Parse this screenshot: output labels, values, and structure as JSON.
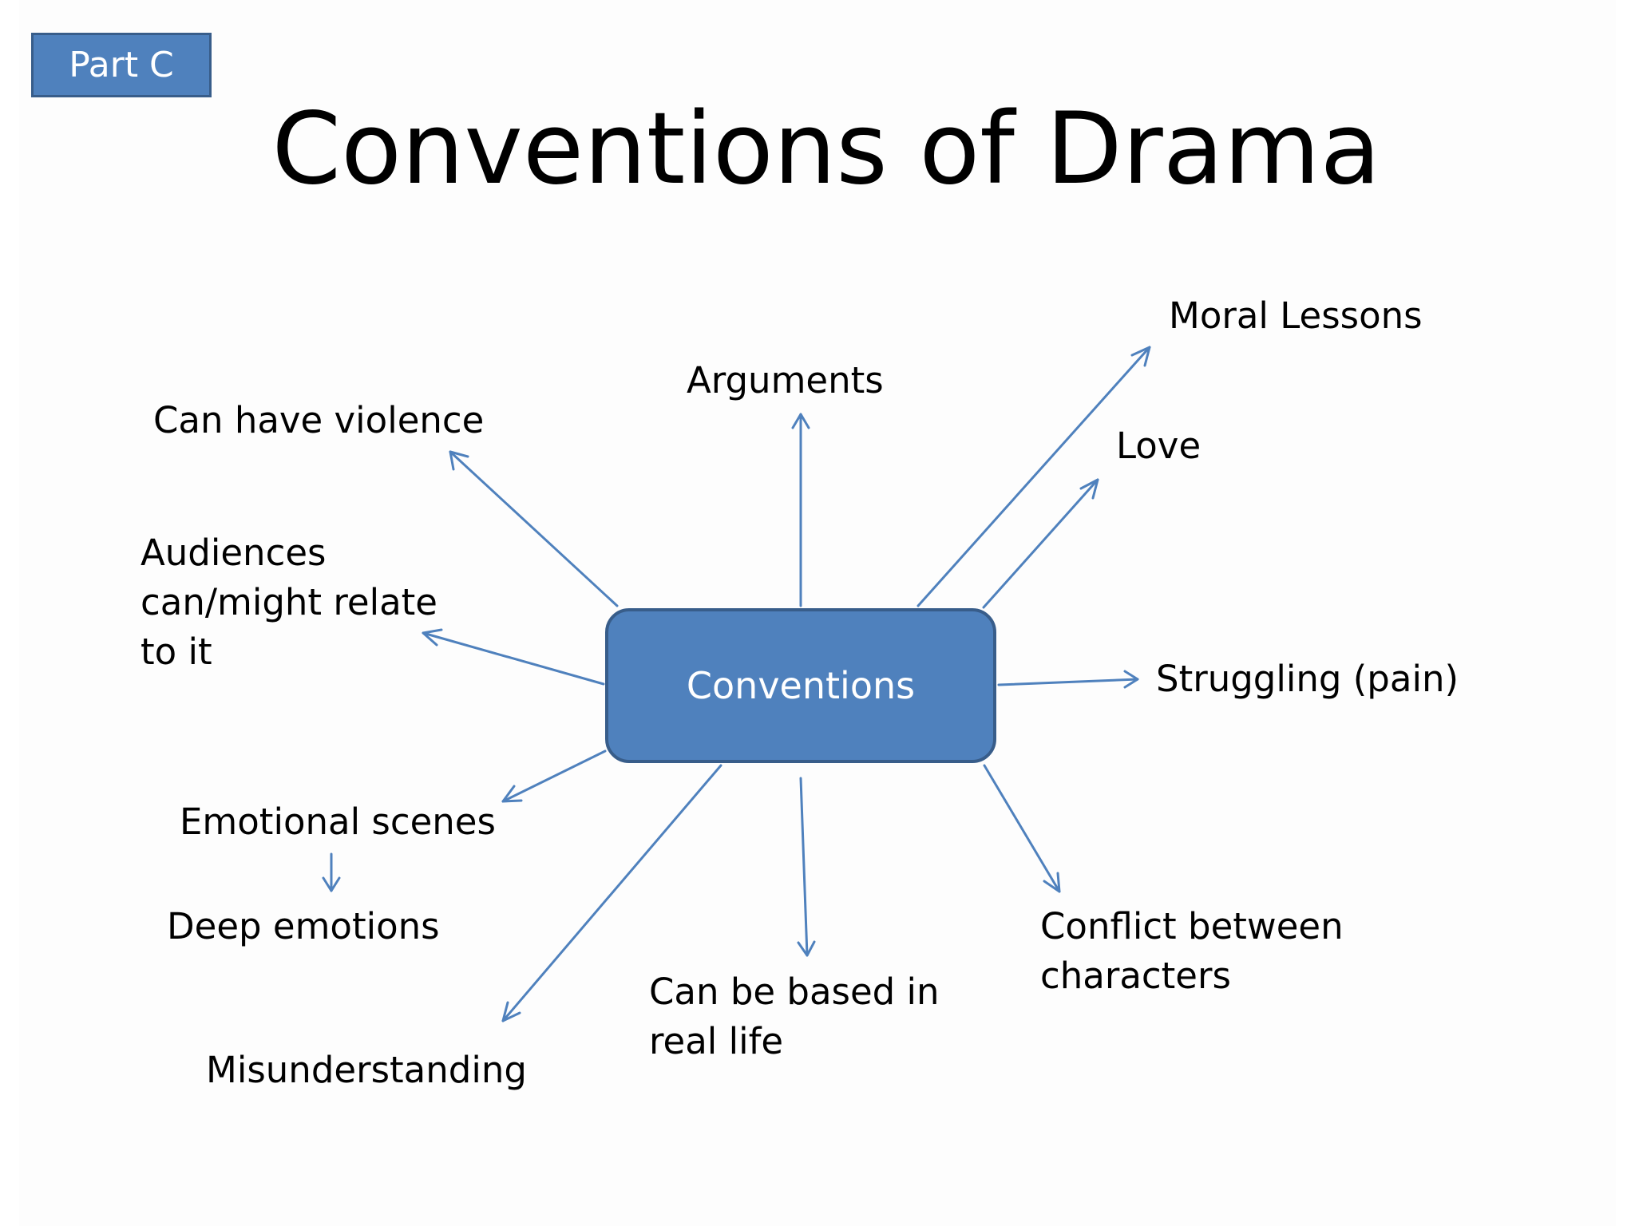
{
  "badge": {
    "label": "Part C",
    "color": "#4f81bd",
    "border": "#385d8a"
  },
  "title": "Conventions of Drama",
  "center": {
    "label": "Conventions",
    "color": "#4f81bd"
  },
  "arrow_color": "#4f81bd",
  "nodes": {
    "moral_lessons": {
      "lines": [
        "Moral Lessons"
      ]
    },
    "arguments": {
      "lines": [
        "Arguments"
      ]
    },
    "violence": {
      "lines": [
        "Can have violence"
      ]
    },
    "love": {
      "lines": [
        "Love"
      ]
    },
    "audiences": {
      "lines": [
        "Audiences",
        "can/might relate",
        "to it"
      ]
    },
    "struggling": {
      "lines": [
        "Struggling (pain)"
      ]
    },
    "emotional_scenes": {
      "lines": [
        "Emotional scenes"
      ]
    },
    "deep_emotions": {
      "lines": [
        "Deep emotions"
      ]
    },
    "conflict": {
      "lines": [
        "Conflict between",
        "characters"
      ]
    },
    "real_life": {
      "lines": [
        "Can be based in",
        "real life"
      ]
    },
    "misunderstanding": {
      "lines": [
        "Misunderstanding"
      ]
    }
  }
}
